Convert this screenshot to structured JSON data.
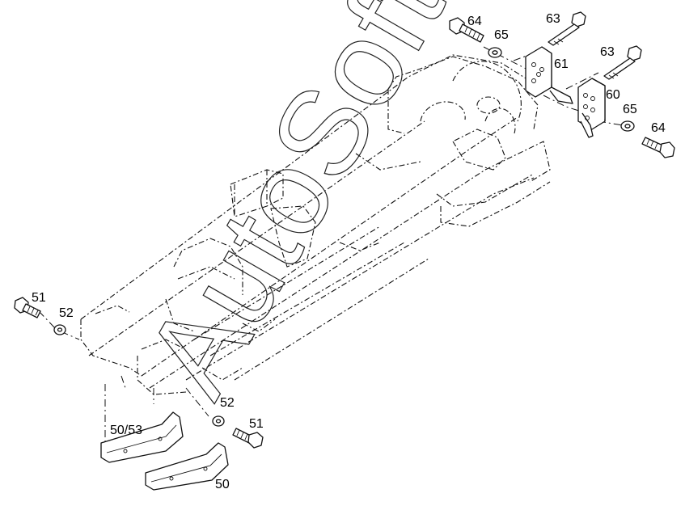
{
  "diagram": {
    "callouts": {
      "c64_top": "64",
      "c63_top": "63",
      "c65_top": "65",
      "c61": "61",
      "c63_right": "63",
      "c60": "60",
      "c65_right": "65",
      "c64_right": "64",
      "c51_left": "51",
      "c52_left": "52",
      "c52_bottom": "52",
      "c51_bottom": "51",
      "c50_53": "50/53",
      "c50": "50"
    },
    "watermark": "AutoSoft"
  }
}
